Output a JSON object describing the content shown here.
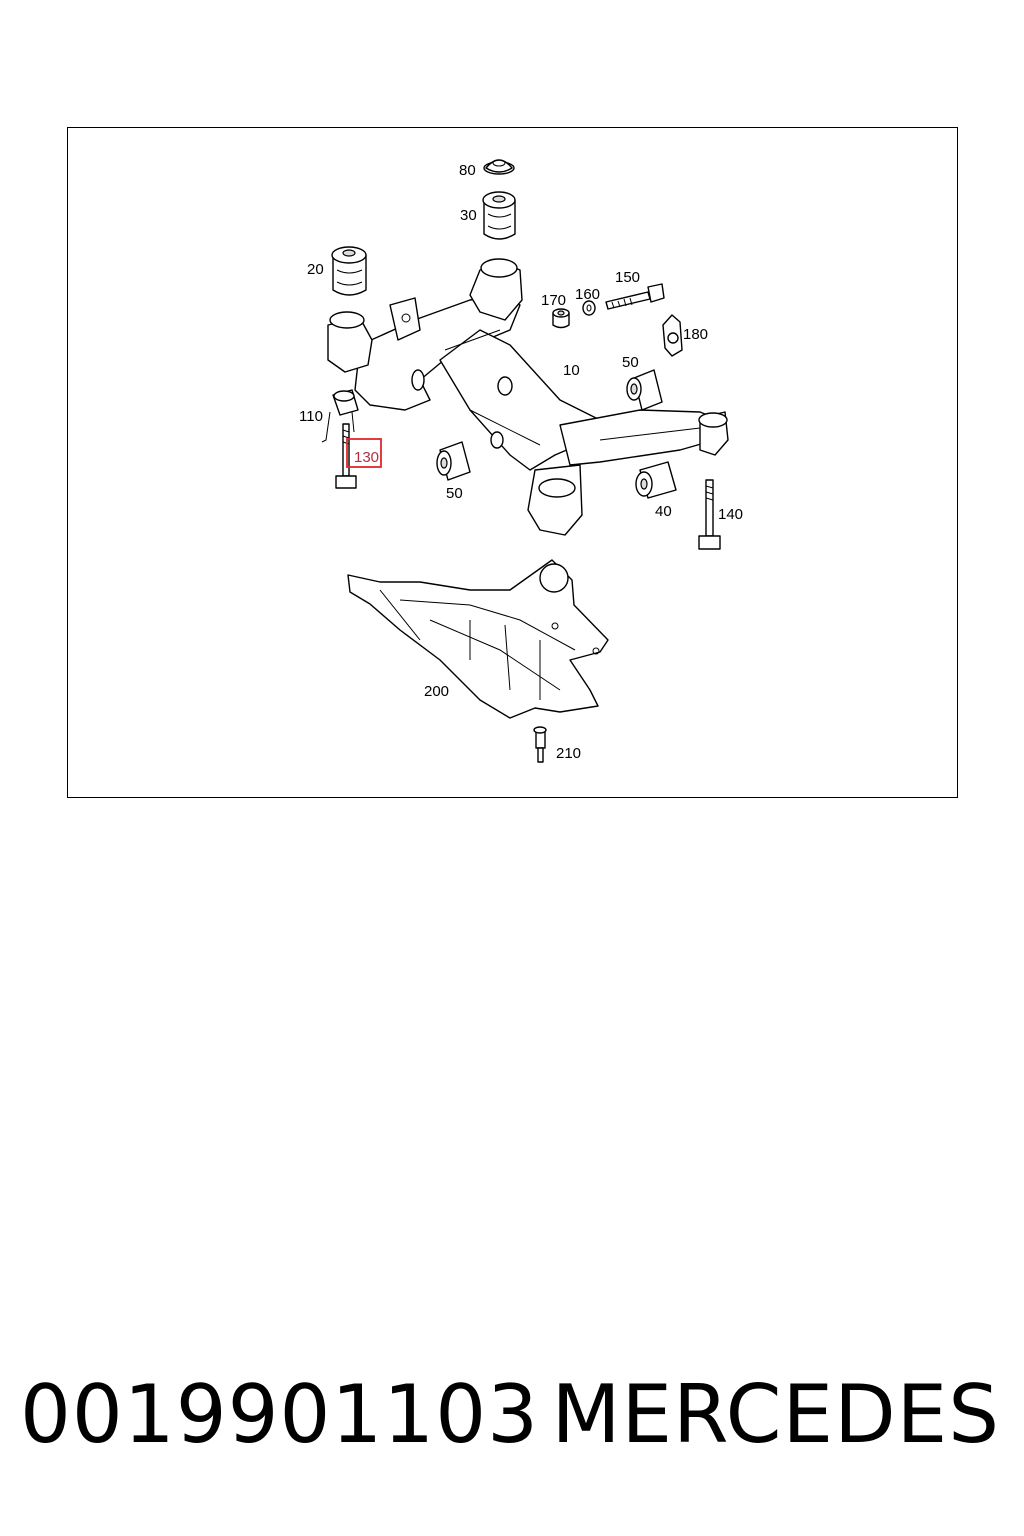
{
  "diagram": {
    "labels": {
      "p80": "80",
      "p30": "30",
      "p20": "20",
      "p150": "150",
      "p160": "160",
      "p170": "170",
      "p180": "180",
      "p10": "10",
      "p50a": "50",
      "p110": "110",
      "p130": "130",
      "p50b": "50",
      "p40": "40",
      "p140": "140",
      "p200": "200",
      "p210": "210"
    },
    "highlighted_part": "130",
    "highlight_color": "#e0262b"
  },
  "caption": {
    "part_number": "0019901103",
    "brand": "MERCEDES"
  }
}
